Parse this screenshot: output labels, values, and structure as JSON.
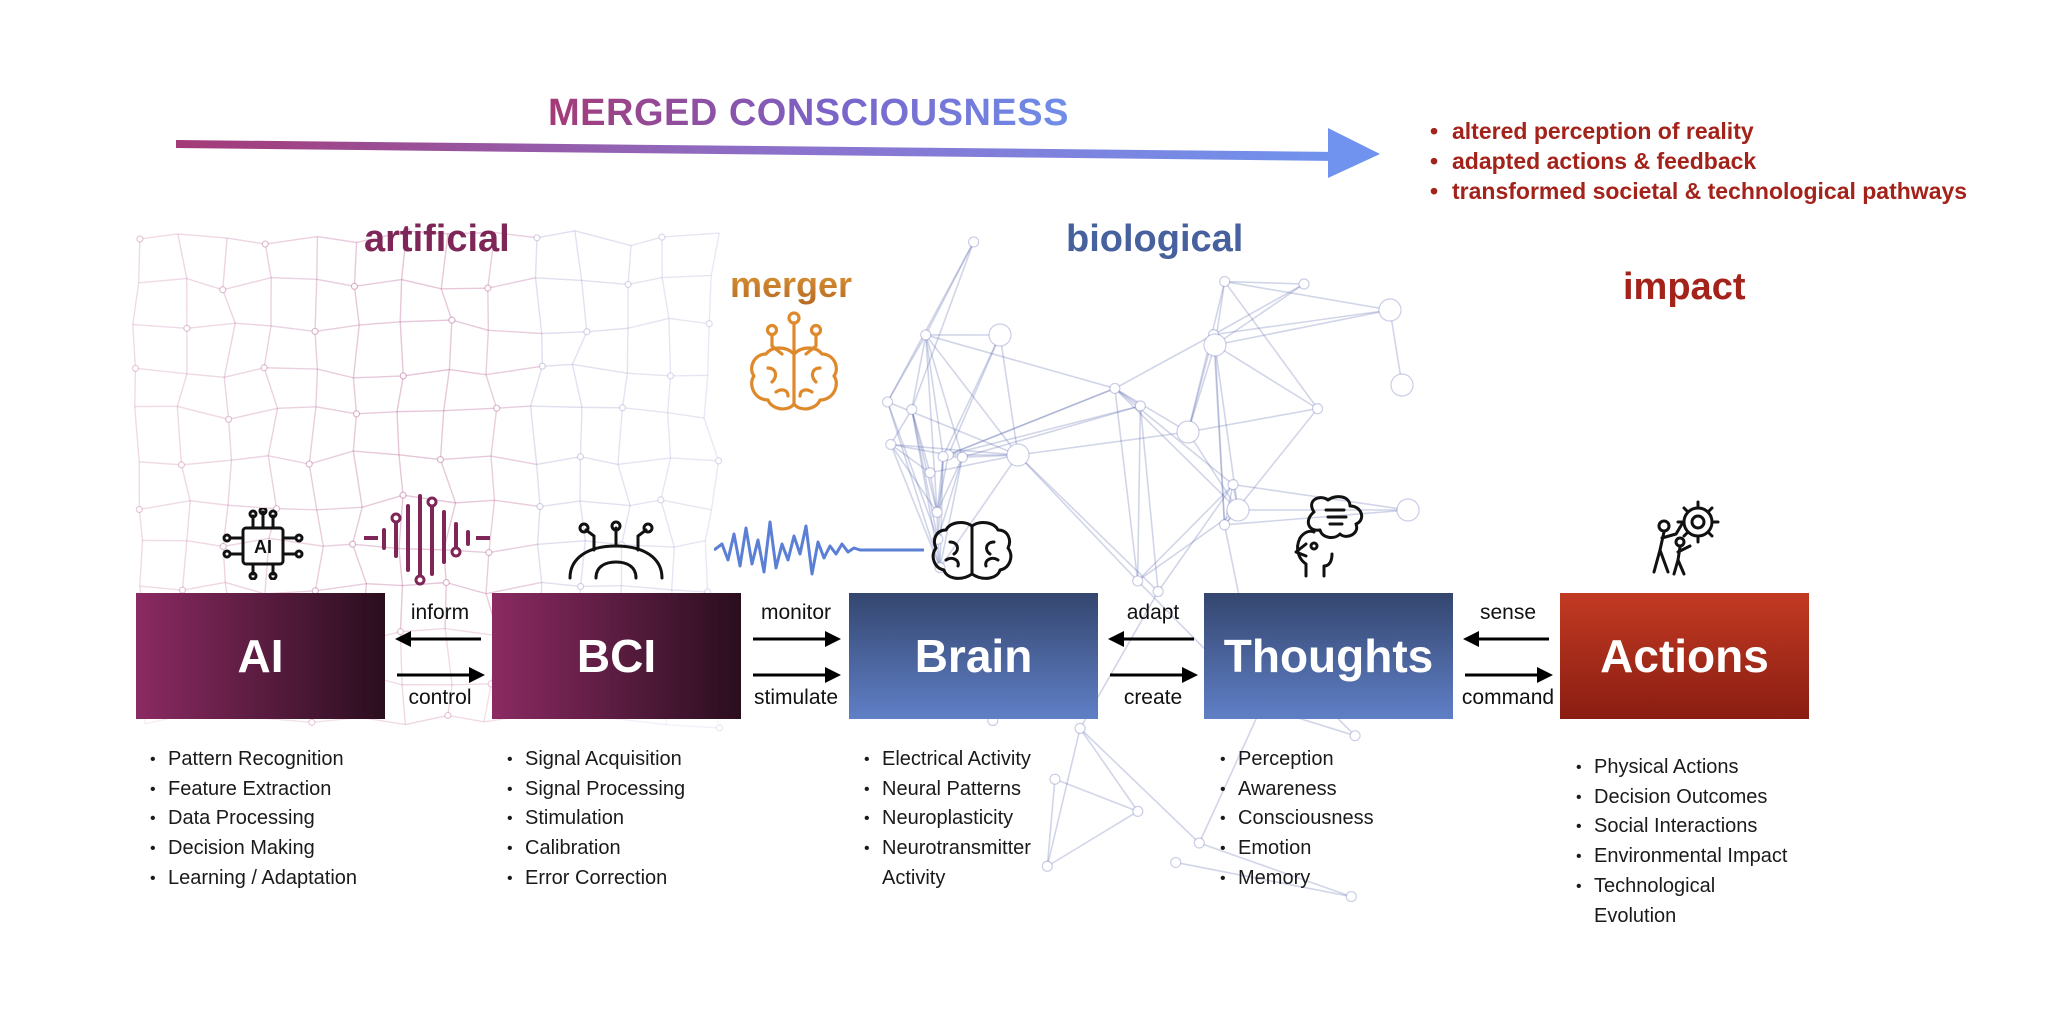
{
  "header": {
    "title": "MERGED CONSCIOUSNESS",
    "impacts": [
      "altered perception of reality",
      "adapted actions & feedback",
      "transformed societal & technological pathways"
    ]
  },
  "labels": {
    "artificial": "artificial",
    "merger": "merger",
    "biological": "biological",
    "impact": "impact"
  },
  "boxes": {
    "ai": "AI",
    "bci": "BCI",
    "brain": "Brain",
    "thoughts": "Thoughts",
    "actions": "Actions"
  },
  "connectors": {
    "ai_bci": {
      "top": "inform",
      "bottom": "control"
    },
    "bci_brain": {
      "top": "monitor",
      "bottom": "stimulate"
    },
    "brain_thoughts": {
      "top": "adapt",
      "bottom": "create"
    },
    "thoughts_actions": {
      "top": "sense",
      "bottom": "command"
    }
  },
  "features": {
    "ai": [
      "Pattern Recognition",
      "Feature Extraction",
      "Data Processing",
      "Decision Making",
      "Learning / Adaptation"
    ],
    "bci": [
      "Signal Acquisition",
      "Signal Processing",
      "Stimulation",
      "Calibration",
      "Error Correction"
    ],
    "brain": [
      "Electrical Activity",
      "Neural Patterns",
      "Neuroplasticity",
      "Neurotransmitter",
      "Activity"
    ],
    "thoughts": [
      "Perception",
      "Awareness",
      "Consciousness",
      "Emotion",
      "Memory"
    ],
    "actions": [
      "Physical Actions",
      "Decision Outcomes",
      "Social Interactions",
      "Environmental Impact",
      "Technological",
      "Evolution"
    ]
  },
  "icons": {
    "ai": "ai-chip-icon",
    "signal": "signal-wave-icon",
    "bci": "bci-circuit-icon",
    "neural_wave": "neural-wave-icon",
    "brain": "brain-icon",
    "head": "thinking-head-icon",
    "merger": "circuit-brain-icon",
    "actions": "people-gear-icon"
  },
  "colors": {
    "artificial": "#7d2657",
    "biological": "#47609e",
    "merger": "#c8782a",
    "impact": "#a3221a"
  }
}
